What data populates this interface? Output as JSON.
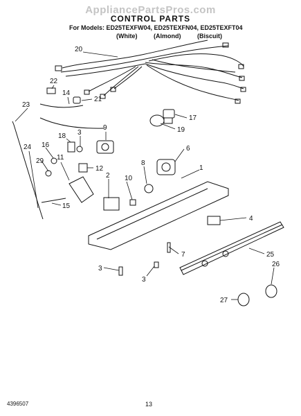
{
  "header": {
    "watermark": "AppliancePartsPros.com",
    "title": "CONTROL PARTS",
    "models": "For Models: ED25TEXFW04, ED25TEXFN04, ED25TEXFT04",
    "colors": [
      "(White)",
      "(Almond)",
      "(Biscuit)"
    ]
  },
  "callouts": [
    "20",
    "22",
    "14",
    "21",
    "23",
    "17",
    "19",
    "9",
    "3",
    "18",
    "6",
    "16",
    "24",
    "8",
    "1",
    "29",
    "11",
    "12",
    "10",
    "2",
    "4",
    "15",
    "7",
    "25",
    "3",
    "26",
    "27",
    "3"
  ],
  "footer": {
    "doc_number": "4396507",
    "page": "13"
  }
}
